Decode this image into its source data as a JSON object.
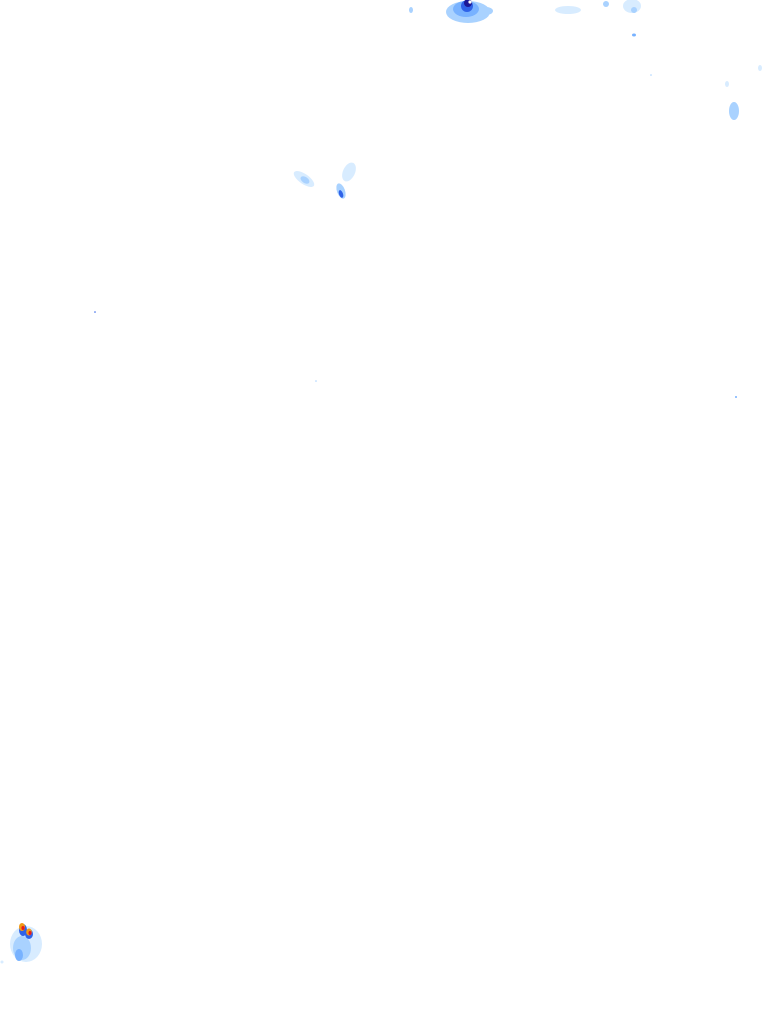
{
  "map": {
    "layer": "precipitation-radar-overlay",
    "background_color": "#ffffff",
    "intensity_colors": {
      "very_light": "#d8ecff",
      "light": "#a9d2ff",
      "moderate": "#78b2ff",
      "heavy": "#2f63e8",
      "intense": "#1c1896",
      "severe": "#e81c1c",
      "extreme": "#f29a14"
    },
    "echoes": [
      {
        "name": "echo-top-center",
        "intensity": "intense"
      },
      {
        "name": "echo-top-right",
        "intensity": "light"
      },
      {
        "name": "echo-top-far-right",
        "intensity": "moderate"
      },
      {
        "name": "echo-upper-middle",
        "intensity": "heavy"
      },
      {
        "name": "echo-bottom-left",
        "intensity": "extreme"
      }
    ]
  }
}
